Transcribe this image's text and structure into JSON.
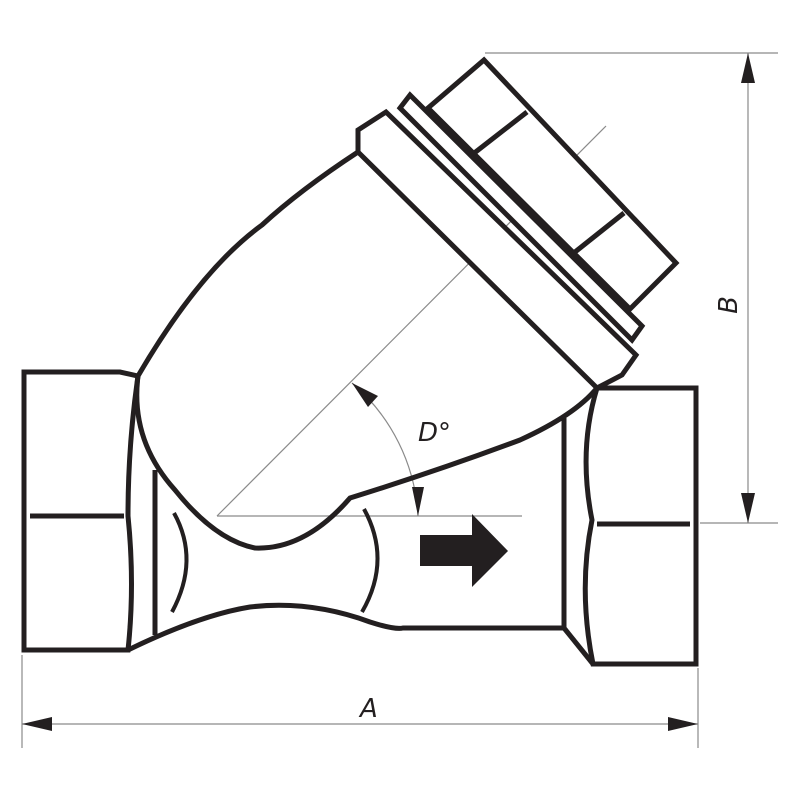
{
  "diagram": {
    "subject": "Y-strainer (threaded) technical drawing",
    "dimensions": {
      "overall_length_label": "A",
      "height_label": "B",
      "angle_label": "D°"
    },
    "flow_direction": "right",
    "colors": {
      "line": "#231f20",
      "dimension_line": "#8a8a8a",
      "background": "#ffffff"
    }
  }
}
